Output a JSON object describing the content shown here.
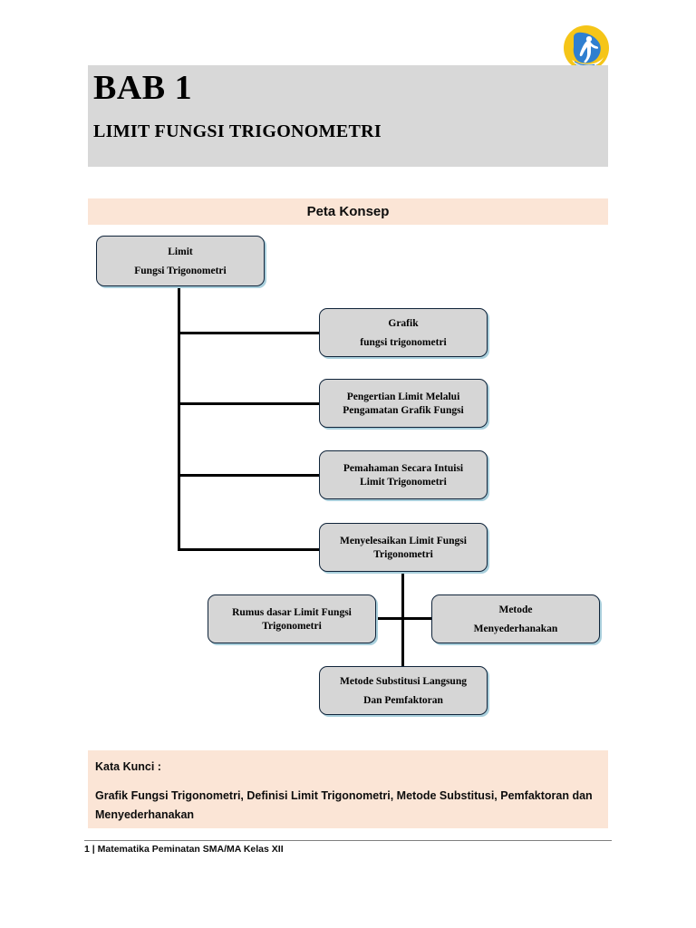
{
  "document": {
    "chapter_number": "BAB 1",
    "chapter_title": "LIMIT FUNGSI TRIGONOMETRI",
    "logo_name": "school-logo"
  },
  "concept_map": {
    "band_title": "Peta Konsep",
    "nodes": {
      "root": {
        "line1": "Limit",
        "line2": "Fungsi Trigonometri"
      },
      "branch1": {
        "line1": "Grafik",
        "line2": "fungsi trigonometri"
      },
      "branch2": {
        "line1": "Pengertian Limit Melalui",
        "line2": "Pengamatan Grafik Fungsi"
      },
      "branch3": {
        "line1": "Pemahaman Secara Intuisi",
        "line2": "Limit Trigonometri"
      },
      "branch4": {
        "line1": "Menyelesaikan Limit Fungsi",
        "line2": "Trigonometri"
      },
      "leaf_left": {
        "line1": "Rumus dasar Limit Fungsi",
        "line2": "Trigonometri"
      },
      "leaf_right": {
        "line1": "Metode",
        "line2": "Menyederhanakan"
      },
      "leaf_bottom": {
        "line1": "Metode Substitusi Langsung",
        "line2": "Dan Pemfaktoran"
      }
    }
  },
  "keywords": {
    "label": "Kata Kunci :",
    "line1": "Grafik Fungsi Trigonometri, Definisi Limit Trigonometri, Metode Substitusi, Pemfaktoran",
    "line2": "dan Menyederhanakan"
  },
  "footer": {
    "text": "1 |  Matematika Peminatan SMA/MA Kelas XII"
  },
  "colors": {
    "header_band": "#d8d8d8",
    "accent_band": "#fbe5d6",
    "node_fill": "#d6d6d6",
    "node_border": "#10243a",
    "node_shadow": "#a9cfdc"
  }
}
